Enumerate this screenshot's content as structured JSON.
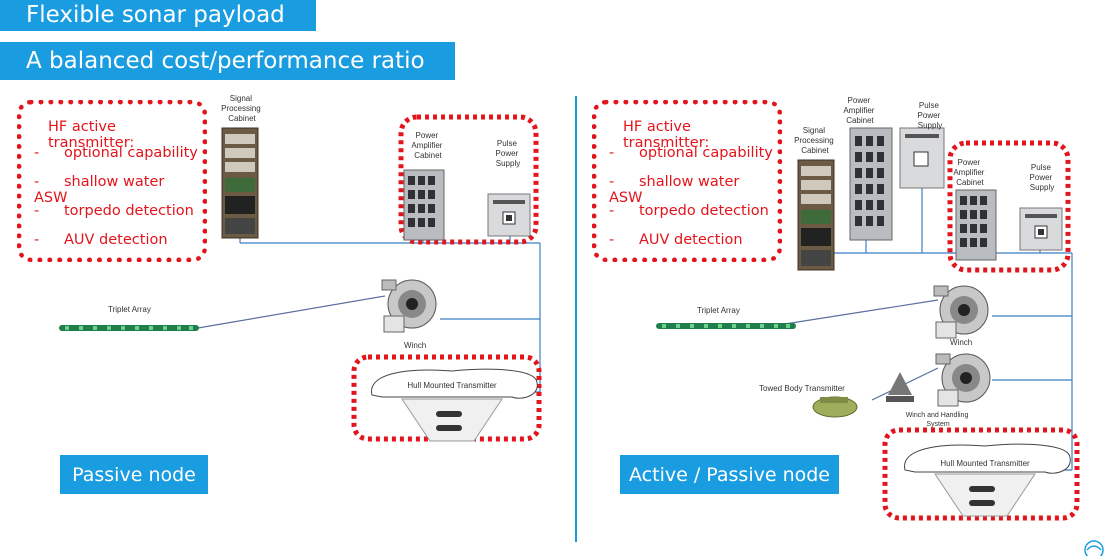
{
  "banner_title": "Flexible sonar payload",
  "banner_subtitle": "A balanced cost/performance ratio",
  "callout": {
    "title": "HF active transmitter:",
    "items": [
      "optional capability",
      "shallow water ASW",
      "torpedo detection",
      "AUV detection"
    ],
    "bullet": "-"
  },
  "left_panel": {
    "node_label": "Passive node",
    "signal_processing_cabinet": [
      "Signal",
      "Processing",
      "Cabinet"
    ],
    "power_amplifier_cabinet": [
      "Power",
      "Amplifier",
      "Cabinet"
    ],
    "pulse_power_supply": [
      "Pulse",
      "Power",
      "Supply"
    ],
    "triplet_array": "Triplet Array",
    "winch": "Winch",
    "hull_mounted_transmitter": "Hull Mounted Transmitter"
  },
  "right_panel": {
    "node_label": "Active / Passive node",
    "signal_processing_cabinet": [
      "Signal",
      "Processing",
      "Cabinet"
    ],
    "power_amplifier_cabinet_top": [
      "Power",
      "Amplifier",
      "Cabinet"
    ],
    "pulse_power_supply_top": [
      "Pulse",
      "Power",
      "Supply"
    ],
    "power_amplifier_cabinet": [
      "Power",
      "Amplifier",
      "Cabinet"
    ],
    "pulse_power_supply": [
      "Pulse",
      "Power",
      "Supply"
    ],
    "triplet_array": "Triplet Array",
    "winch": "Winch",
    "towed_body_transmitter": "Towed Body Transmitter",
    "winch_and_handling_system": [
      "Winch and Handling",
      "System"
    ],
    "hull_mounted_transmitter": "Hull Mounted Transmitter"
  },
  "colors": {
    "brand_blue": "#1a9de0",
    "highlight_red": "#e3141b",
    "cable_blue": "#3b7fc4"
  }
}
